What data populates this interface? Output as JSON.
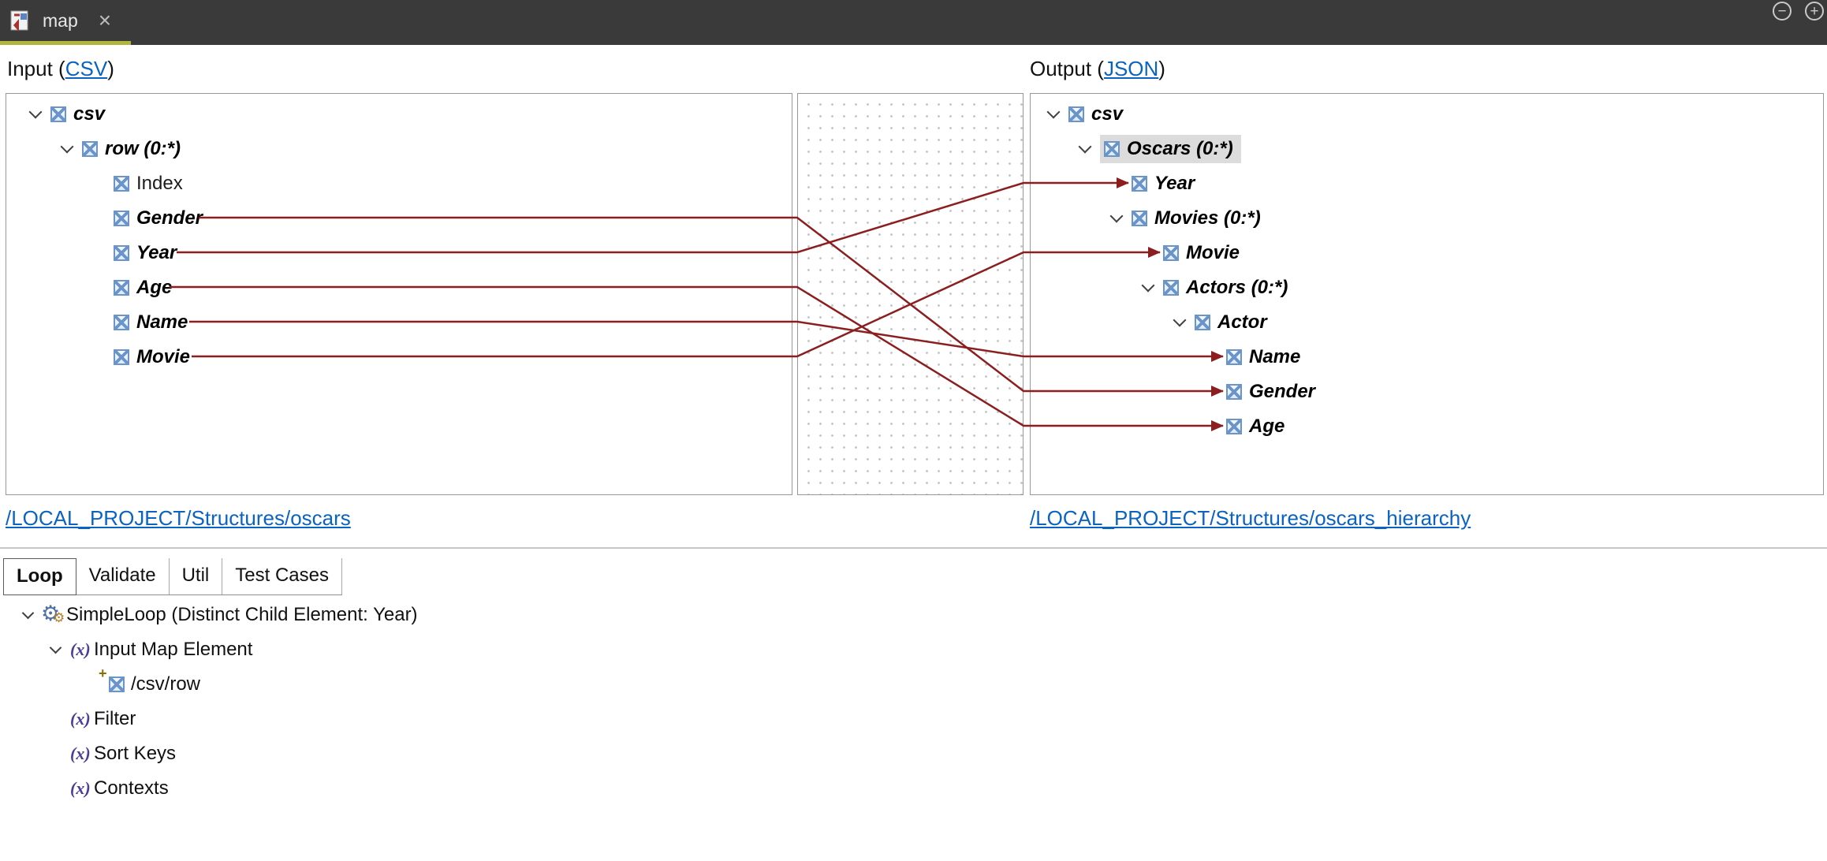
{
  "window": {
    "tab_title": "map",
    "close_glyph": "×",
    "zoom_out_glyph": "−",
    "zoom_in_glyph": "+"
  },
  "icons": {
    "function_glyph": "(x)",
    "gear_glyph": "⚙",
    "plus_glyph": "+"
  },
  "input_panel": {
    "heading_prefix": "Input (",
    "heading_link": "CSV",
    "heading_suffix": ")",
    "footer_link": "/LOCAL_PROJECT/Structures/oscars",
    "tree": [
      {
        "label": "csv"
      },
      {
        "label": "row (0:*)"
      },
      {
        "label": "Index"
      },
      {
        "label": "Gender"
      },
      {
        "label": "Year"
      },
      {
        "label": "Age"
      },
      {
        "label": "Name"
      },
      {
        "label": "Movie"
      }
    ]
  },
  "output_panel": {
    "heading_prefix": "Output (",
    "heading_link": "JSON",
    "heading_suffix": ")",
    "footer_link": "/LOCAL_PROJECT/Structures/oscars_hierarchy",
    "tree": [
      {
        "label": "csv"
      },
      {
        "label": "Oscars (0:*)"
      },
      {
        "label": "Year"
      },
      {
        "label": "Movies (0:*)"
      },
      {
        "label": "Movie"
      },
      {
        "label": "Actors (0:*)"
      },
      {
        "label": "Actor"
      },
      {
        "label": "Name"
      },
      {
        "label": "Gender"
      },
      {
        "label": "Age"
      }
    ]
  },
  "mappings": [
    {
      "from": "Gender",
      "to": "Gender"
    },
    {
      "from": "Year",
      "to": "Year"
    },
    {
      "from": "Age",
      "to": "Age"
    },
    {
      "from": "Name",
      "to": "Name"
    },
    {
      "from": "Movie",
      "to": "Movie"
    }
  ],
  "bottom": {
    "active_tab": "Loop",
    "tabs": [
      {
        "label": "Loop"
      },
      {
        "label": "Validate"
      },
      {
        "label": "Util"
      },
      {
        "label": "Test Cases"
      }
    ],
    "tree": [
      {
        "label": "SimpleLoop (Distinct Child Element: Year)"
      },
      {
        "label": "Input Map Element"
      },
      {
        "label": "/csv/row"
      },
      {
        "label": "Filter"
      },
      {
        "label": "Sort Keys"
      },
      {
        "label": "Contexts"
      }
    ]
  }
}
